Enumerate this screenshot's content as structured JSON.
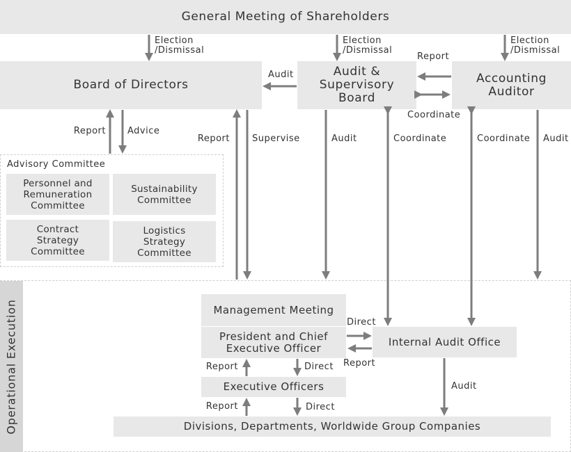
{
  "boxes": {
    "general_meeting": "General Meeting of Shareholders",
    "board": "Board of Directors",
    "audit_board": [
      "Audit &",
      "Supervisory",
      "Board"
    ],
    "accounting_auditor": [
      "Accounting",
      "Auditor"
    ],
    "advisory_title": "Advisory Committee",
    "personnel": [
      "Personnel and",
      "Remuneration",
      "Committee"
    ],
    "sustainability": [
      "Sustainability",
      "Committee"
    ],
    "contract": [
      "Contract",
      "Strategy",
      "Committee"
    ],
    "logistics": [
      "Logistics",
      "Strategy",
      "Committee"
    ],
    "operational": "Operational Execution",
    "management_meeting": "Management Meeting",
    "president": [
      "President and Chief",
      "Executive Officer"
    ],
    "internal_audit": "Internal Audit Office",
    "executive_officers": "Executive Officers",
    "divisions": "Divisions, Departments, Worldwide Group Companies"
  },
  "labels": {
    "election1": [
      "Election",
      "/Dismissal"
    ],
    "election2": [
      "Election",
      "/Dismissal"
    ],
    "election3": [
      "Election",
      "/Dismissal"
    ],
    "audit_to_board": "Audit",
    "report_aa": "Report",
    "coordinate_aa": "Coordinate",
    "report_adv": "Report",
    "advice": "Advice",
    "report_ops": "Report",
    "supervise": "Supervise",
    "audit_asb": "Audit",
    "coordinate_asb": "Coordinate",
    "coordinate_aa2": "Coordinate",
    "audit_aa": "Audit",
    "direct_ia": "Direct",
    "report_ia": "Report",
    "report_pres": "Report",
    "direct_pres": "Direct",
    "report_exec": "Report",
    "direct_exec": "Direct",
    "audit_ia": "Audit"
  }
}
